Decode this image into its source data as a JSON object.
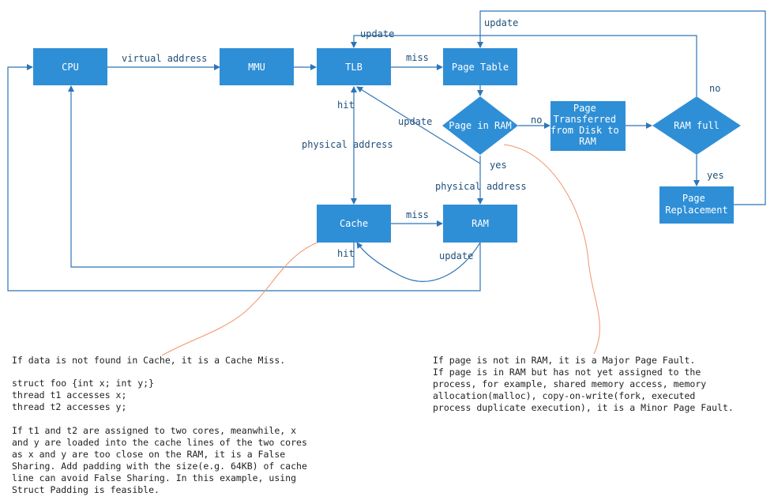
{
  "colors": {
    "node_fill": "#2f8fd6",
    "line": "#2e75b6",
    "annotation_curve": "#f2936a",
    "note_text": "#222222",
    "edge_label_text": "#1f4e79"
  },
  "nodes": {
    "cpu": "CPU",
    "mmu": "MMU",
    "tlb": "TLB",
    "page_table": "Page Table",
    "page_in_ram": "Page in RAM",
    "page_transferred": [
      "Page",
      "Transferred",
      "from Disk to",
      "RAM"
    ],
    "ram_full": "RAM full",
    "page_replacement": [
      "Page",
      "Replacement"
    ],
    "cache": "Cache",
    "ram": "RAM"
  },
  "edge_labels": {
    "virtual_address": "virtual address",
    "tlb_update": "update",
    "page_table_update": "update",
    "tlb_miss": "miss",
    "tlb_hit": "hit",
    "tlb_physical_address": "physical address",
    "page_in_ram_update": "update",
    "page_in_ram_no": "no",
    "page_in_ram_yes": "yes",
    "ram_physical_address": "physical address",
    "ram_full_no": "no",
    "ram_full_yes": "yes",
    "cache_miss": "miss",
    "cache_hit": "hit",
    "ram_update": "update"
  },
  "notes": {
    "cache_note": [
      "If data is not found in Cache, it is a Cache Miss.",
      "",
      "struct foo {int x; int y;}",
      "thread t1 accesses x;",
      "thread t2 accesses y;",
      "",
      "If t1 and t2 are assigned to two cores, meanwhile, x",
      "and y are loaded into the cache lines of the two cores",
      "as x and y are too close on the RAM, it is a False",
      "Sharing. Add padding with the size(e.g. 64KB) of cache",
      "line can avoid False Sharing. In this example, using",
      "Struct Padding is feasible."
    ],
    "page_fault_note": [
      "If page is not in RAM, it is a Major Page Fault.",
      "If page is in RAM but has not yet assigned to the",
      "process, for example, shared memory access, memory",
      "allocation(malloc), copy-on-write(fork, executed",
      "process duplicate execution), it is a Minor Page Fault."
    ]
  }
}
